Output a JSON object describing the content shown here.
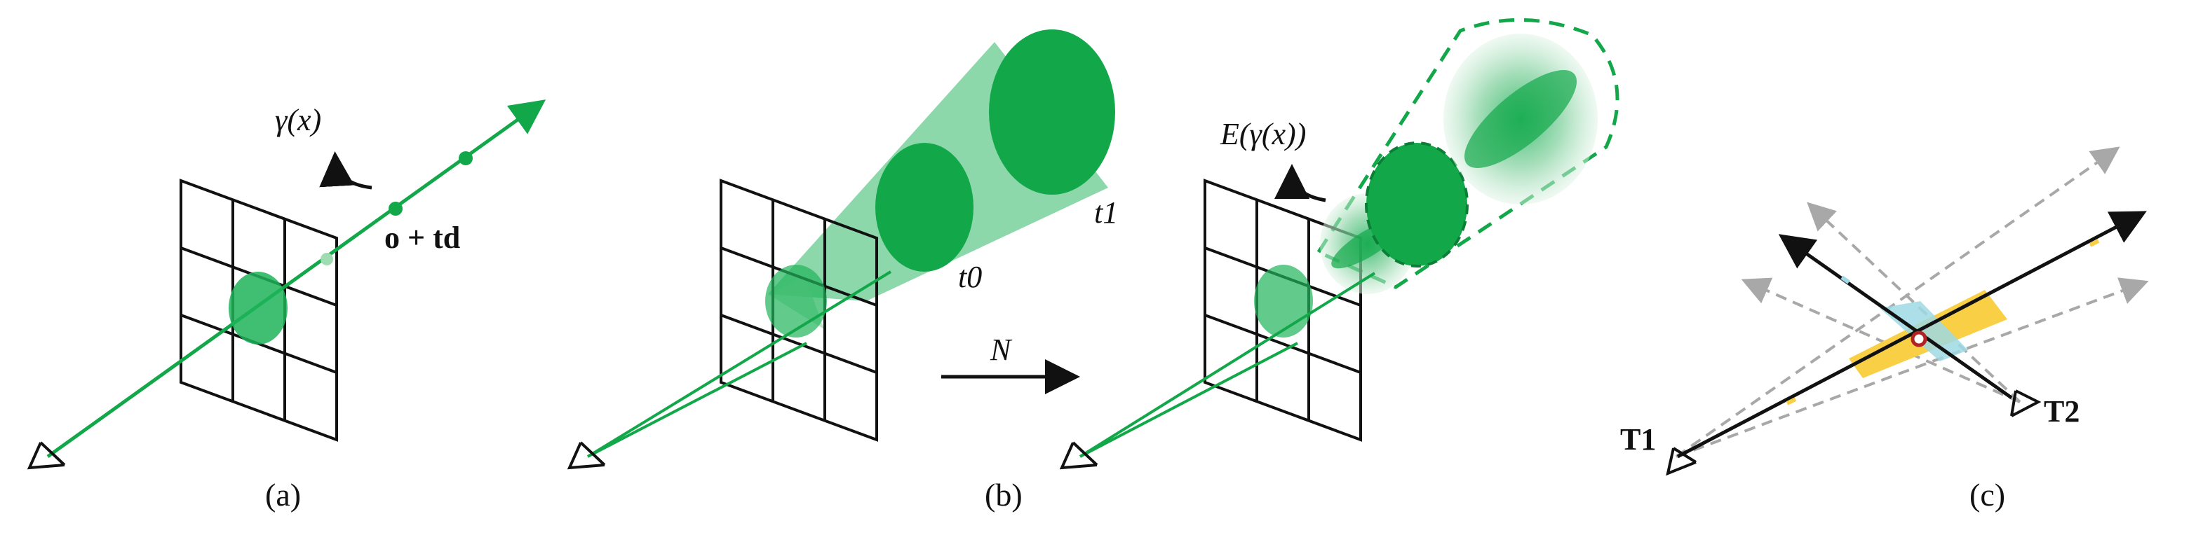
{
  "panels": {
    "a": {
      "caption": "(a)",
      "gamma_label": "γ(x)",
      "ray_label": "o + td"
    },
    "b": {
      "caption": "(b)",
      "t0": "t0",
      "t1": "t1",
      "arrow_label": "N"
    },
    "c_mid": {
      "expectation_label": "E(γ(x))"
    },
    "c": {
      "caption": "(c)",
      "camera1": "T1",
      "camera2": "T2"
    }
  },
  "colors": {
    "green_dark": "#12a84a",
    "green_fill": "#1fb45a",
    "green_light": "#9fdcb2",
    "yellow": "#f8cf45",
    "cyan": "#9ed9e3",
    "gray_dash": "#a8a8a8",
    "red_point": "#b22222"
  }
}
